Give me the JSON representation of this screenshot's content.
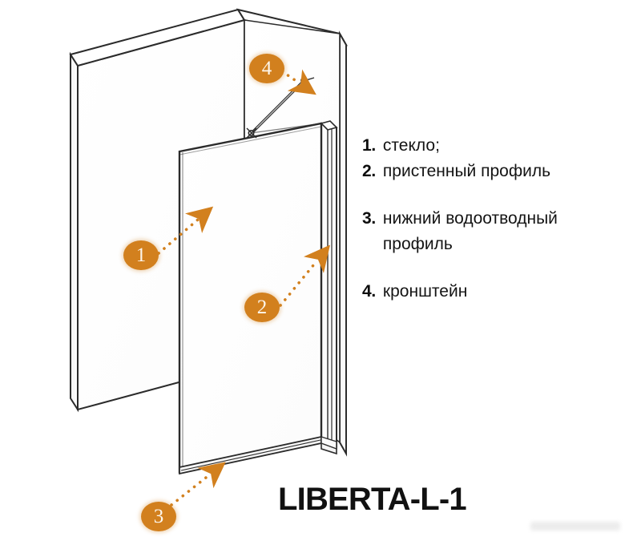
{
  "product": {
    "title": "LIBERTA-L-1"
  },
  "legend": {
    "items": [
      {
        "number": "1.",
        "label": "стекло;"
      },
      {
        "number": "2.",
        "label": "пристенный профиль"
      },
      {
        "number": "3.",
        "label": "нижний водоотводный профиль"
      },
      {
        "number": "4.",
        "label": "кронштейн"
      }
    ]
  },
  "callouts": [
    {
      "number": "1",
      "points_to": "glass-panel"
    },
    {
      "number": "2",
      "points_to": "wall-mount-profile"
    },
    {
      "number": "3",
      "points_to": "bottom-drainage-profile"
    },
    {
      "number": "4",
      "points_to": "stabiliser-bracket"
    }
  ],
  "colors": {
    "callout_fill": "#d2801e",
    "callout_text": "#fdf6ec",
    "leader_line": "#d2801e",
    "line_art": "#2b2b2b",
    "text": "#141414",
    "background": "#ffffff"
  }
}
